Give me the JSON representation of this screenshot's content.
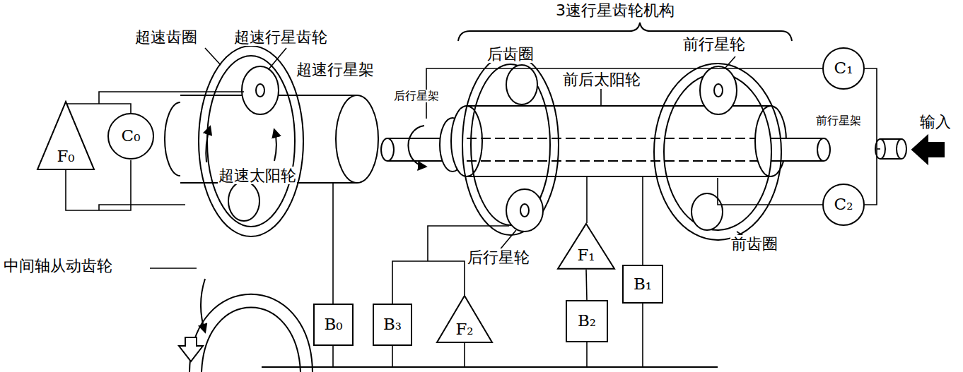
{
  "diagram": {
    "nodes": [
      {
        "text": [
          "F₀"
        ]
      },
      {
        "text": [
          "C₀"
        ]
      },
      {
        "text": [
          "B₀"
        ]
      },
      {
        "text": [
          "B₃"
        ]
      },
      {
        "text": [
          "F₂"
        ]
      },
      {
        "text": [
          "F₁"
        ]
      },
      {
        "text": [
          "B₂"
        ]
      },
      {
        "text": [
          "B₁"
        ]
      },
      {
        "text": [
          "C₁"
        ]
      },
      {
        "text": [
          "C₂"
        ]
      }
    ],
    "edges": [
      {
        "from": 0,
        "to": 1,
        "arrow": "none"
      },
      {
        "from": 3,
        "to": 4,
        "arrow": "none"
      },
      {
        "from": 5,
        "to": 6,
        "arrow": "none"
      },
      {
        "from": 8,
        "to": 9,
        "arrow": "none"
      }
    ],
    "labels": [
      "3速行星齿轮机构",
      "超速齿圈",
      "超速行星齿轮",
      "超速行星架",
      "后行星架",
      "后齿圈",
      "前后太阳轮",
      "前行星轮",
      "前行星架",
      "输入",
      "超速太阳轮",
      "中间轴从动齿轮",
      "后行星轮",
      "前齿圈"
    ]
  }
}
